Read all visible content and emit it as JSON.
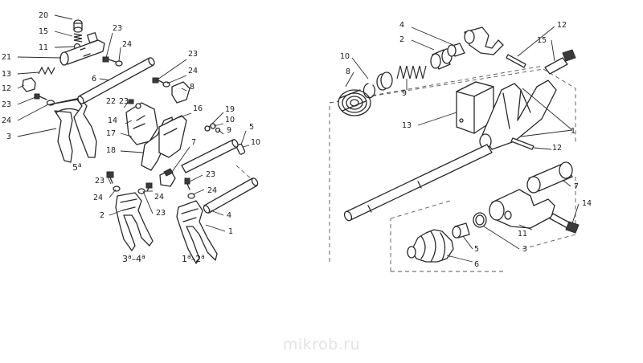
{
  "left_diagram": {
    "callouts": [
      "20",
      "15",
      "11",
      "21",
      "13",
      "12",
      "23",
      "24",
      "3",
      "23",
      "24",
      "6",
      "23",
      "24",
      "8",
      "22",
      "23",
      "14",
      "16",
      "19",
      "10",
      "9",
      "5",
      "17",
      "18",
      "7",
      "10",
      "23",
      "24",
      "23",
      "24",
      "23",
      "24",
      "2",
      "4",
      "1"
    ],
    "captions": [
      {
        "num": "5",
        "sup": "a"
      },
      {
        "num": "3",
        "sup": "a",
        "sep": "–",
        "num2": "4",
        "sup2": "a"
      },
      {
        "num": "1",
        "sup": "a",
        "sep": "–",
        "num2": "2",
        "sup2": "a"
      }
    ]
  },
  "right_diagram": {
    "callouts": [
      "4",
      "2",
      "10",
      "8",
      "9",
      "12",
      "15",
      "13",
      "1",
      "12",
      "7",
      "14",
      "11",
      "5",
      "6",
      "3"
    ]
  },
  "watermark": "mikrob.ru"
}
